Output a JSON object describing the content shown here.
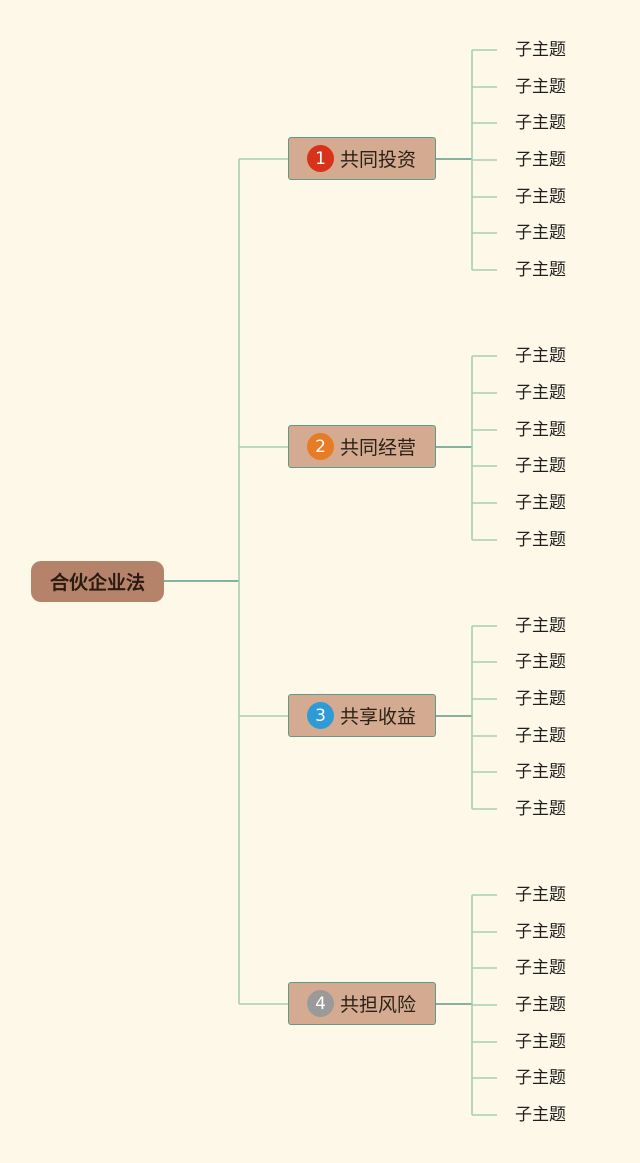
{
  "root": {
    "label": "合伙企业法"
  },
  "branches": [
    {
      "number": "1",
      "label": "共同投资",
      "badge_color": "#d8321a",
      "children": [
        "子主题",
        "子主题",
        "子主题",
        "子主题",
        "子主题",
        "子主题",
        "子主题"
      ]
    },
    {
      "number": "2",
      "label": "共同经营",
      "badge_color": "#e87b25",
      "children": [
        "子主题",
        "子主题",
        "子主题",
        "子主题",
        "子主题",
        "子主题"
      ]
    },
    {
      "number": "3",
      "label": "共享收益",
      "badge_color": "#2e9bd6",
      "children": [
        "子主题",
        "子主题",
        "子主题",
        "子主题",
        "子主题",
        "子主题"
      ]
    },
    {
      "number": "4",
      "label": "共担风险",
      "badge_color": "#9a9a9a",
      "children": [
        "子主题",
        "子主题",
        "子主题",
        "子主题",
        "子主题",
        "子主题",
        "子主题"
      ]
    }
  ],
  "colors": {
    "background": "#fdf8e8",
    "root_fill": "#b5836a",
    "branch_fill": "#d4ab90",
    "branch_border": "#5c9a89",
    "main_line": "#5c9a89",
    "leaf_line": "#a8cfb4"
  }
}
